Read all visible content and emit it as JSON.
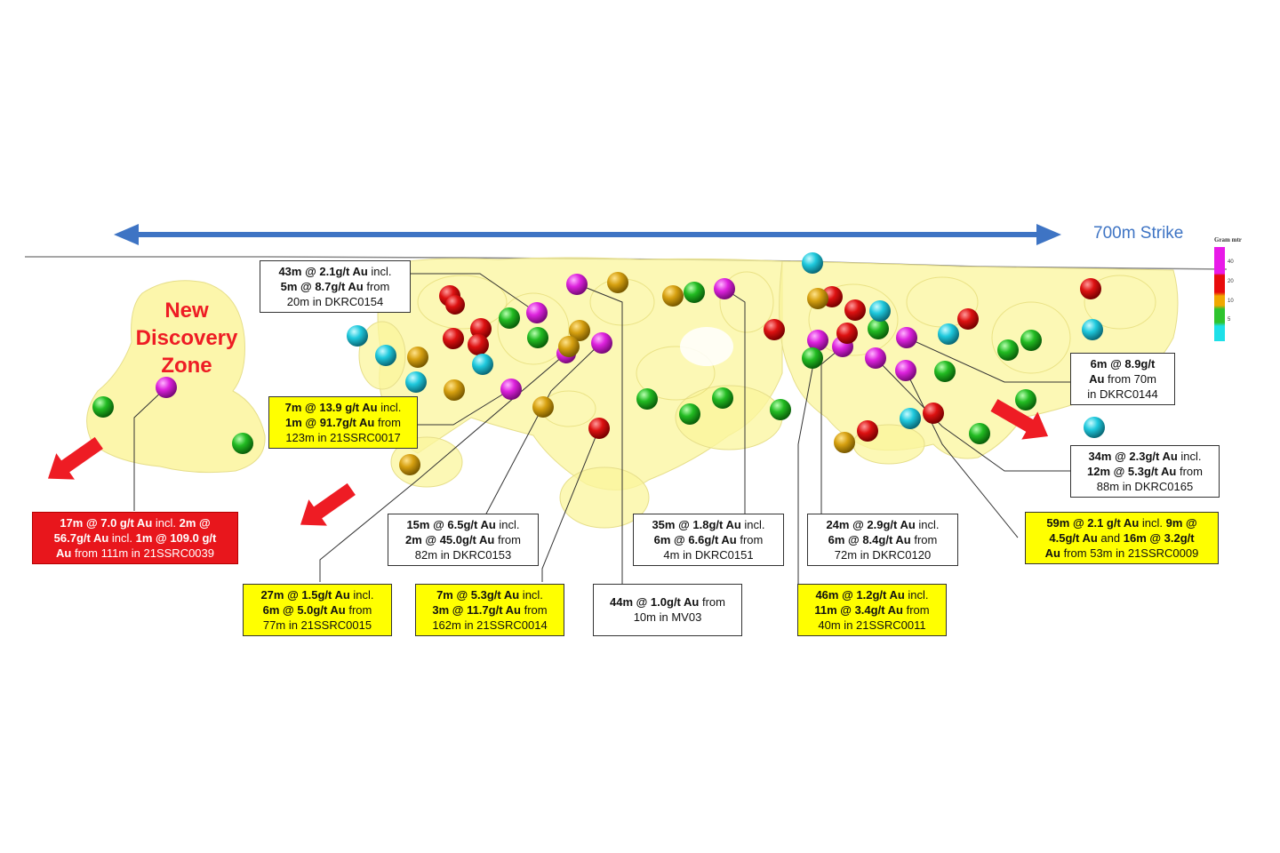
{
  "strike": {
    "label": "700m Strike"
  },
  "discovery_zone": {
    "lines": [
      "New",
      "Discovery",
      "Zone"
    ]
  },
  "legend": {
    "title": "Gram mtr",
    "ticks": [
      "40",
      "20",
      "10",
      "5"
    ],
    "colors": [
      "#e81ae8",
      "#e80c0c",
      "#f0a800",
      "#2ec42e",
      "#1ee0e8"
    ]
  },
  "colors": {
    "magenta": "#dd22dd",
    "red": "#dd1111",
    "orange": "#d6a010",
    "green": "#22bb22",
    "cyan": "#1fc9dd",
    "ore_body": "#fbf59c",
    "strike_arrow": "#3e74c4",
    "direction_arrow": "#ee1c24"
  },
  "callouts": [
    {
      "id": "dkrc0154",
      "style": "white",
      "lines": [
        [
          {
            "t": "43m @ 2.1g/t Au",
            "b": true
          },
          {
            "t": " incl.",
            "b": false
          }
        ],
        [
          {
            "t": "5m @ 8.7g/t Au",
            "b": true
          },
          {
            "t": " from",
            "b": false
          }
        ],
        [
          {
            "t": "20m in DKRC0154",
            "b": false
          }
        ]
      ]
    },
    {
      "id": "21ssrc0017",
      "style": "yellow",
      "lines": [
        [
          {
            "t": "7m @ 13.9 g/t Au",
            "b": true
          },
          {
            "t": " incl.",
            "b": false
          }
        ],
        [
          {
            "t": "1m @ 91.7g/t Au",
            "b": true
          },
          {
            "t": " from",
            "b": false
          }
        ],
        [
          {
            "t": "123m in 21SSRC0017",
            "b": false
          }
        ]
      ]
    },
    {
      "id": "21ssrc0039",
      "style": "red",
      "lines": [
        [
          {
            "t": "17m @ 7.0 g/t Au",
            "b": true
          },
          {
            "t": " incl. ",
            "b": false
          },
          {
            "t": "2m @",
            "b": true
          }
        ],
        [
          {
            "t": "56.7g/t Au",
            "b": true
          },
          {
            "t": " incl. ",
            "b": false
          },
          {
            "t": "1m @ 109.0 g/t",
            "b": true
          }
        ],
        [
          {
            "t": "Au",
            "b": true
          },
          {
            "t": " from 111m in 21SSRC0039",
            "b": false
          }
        ]
      ]
    },
    {
      "id": "dkrc0153",
      "style": "white",
      "lines": [
        [
          {
            "t": "15m @ 6.5g/t Au",
            "b": true
          },
          {
            "t": " incl.",
            "b": false
          }
        ],
        [
          {
            "t": "2m @ 45.0g/t Au",
            "b": true
          },
          {
            "t": " from",
            "b": false
          }
        ],
        [
          {
            "t": "82m in DKRC0153",
            "b": false
          }
        ]
      ]
    },
    {
      "id": "dkrc0151",
      "style": "white",
      "lines": [
        [
          {
            "t": "35m @ 1.8g/t Au",
            "b": true
          },
          {
            "t": " incl.",
            "b": false
          }
        ],
        [
          {
            "t": "6m @ 6.6g/t Au",
            "b": true
          },
          {
            "t": " from",
            "b": false
          }
        ],
        [
          {
            "t": "4m in DKRC0151",
            "b": false
          }
        ]
      ]
    },
    {
      "id": "dkrc0120",
      "style": "white",
      "lines": [
        [
          {
            "t": "24m @ 2.9g/t Au",
            "b": true
          },
          {
            "t": " incl.",
            "b": false
          }
        ],
        [
          {
            "t": "6m @ 8.4g/t Au",
            "b": true
          },
          {
            "t": " from",
            "b": false
          }
        ],
        [
          {
            "t": "72m in DKRC0120",
            "b": false
          }
        ]
      ]
    },
    {
      "id": "21ssrc0009",
      "style": "yellow",
      "lines": [
        [
          {
            "t": "59m @ 2.1 g/t Au",
            "b": true
          },
          {
            "t": " incl. ",
            "b": false
          },
          {
            "t": "9m @",
            "b": true
          }
        ],
        [
          {
            "t": "4.5g/t Au",
            "b": true
          },
          {
            "t": " and ",
            "b": false
          },
          {
            "t": "16m @ 3.2g/t",
            "b": true
          }
        ],
        [
          {
            "t": "Au",
            "b": true
          },
          {
            "t": " from 53m in 21SSRC0009",
            "b": false
          }
        ]
      ]
    },
    {
      "id": "dkrc0144",
      "style": "white",
      "lines": [
        [
          {
            "t": "6m @ 8.9g/t",
            "b": true
          }
        ],
        [
          {
            "t": "Au",
            "b": true
          },
          {
            "t": " from 70m",
            "b": false
          }
        ],
        [
          {
            "t": "in DKRC0144",
            "b": false
          }
        ]
      ]
    },
    {
      "id": "dkrc0165",
      "style": "white",
      "lines": [
        [
          {
            "t": "34m @ 2.3g/t Au",
            "b": true
          },
          {
            "t": " incl.",
            "b": false
          }
        ],
        [
          {
            "t": "12m @ 5.3g/t Au",
            "b": true
          },
          {
            "t": " from",
            "b": false
          }
        ],
        [
          {
            "t": "88m in DKRC0165",
            "b": false
          }
        ]
      ]
    },
    {
      "id": "21ssrc0015",
      "style": "yellow",
      "lines": [
        [
          {
            "t": "27m @ 1.5g/t Au",
            "b": true
          },
          {
            "t": " incl.",
            "b": false
          }
        ],
        [
          {
            "t": "6m @ 5.0g/t Au",
            "b": true
          },
          {
            "t": " from",
            "b": false
          }
        ],
        [
          {
            "t": "77m in 21SSRC0015",
            "b": false
          }
        ]
      ]
    },
    {
      "id": "21ssrc0014",
      "style": "yellow",
      "lines": [
        [
          {
            "t": "7m @ 5.3g/t Au",
            "b": true
          },
          {
            "t": " incl.",
            "b": false
          }
        ],
        [
          {
            "t": "3m @ 11.7g/t Au",
            "b": true
          },
          {
            "t": " from",
            "b": false
          }
        ],
        [
          {
            "t": "162m in 21SSRC0014",
            "b": false
          }
        ]
      ]
    },
    {
      "id": "mv03",
      "style": "white",
      "lines": [
        [
          {
            "t": "44m @ 1.0g/t Au",
            "b": true
          },
          {
            "t": " from",
            "b": false
          }
        ],
        [
          {
            "t": "10m in MV03",
            "b": false
          }
        ]
      ]
    },
    {
      "id": "21ssrc0011",
      "style": "yellow",
      "lines": [
        [
          {
            "t": "46m @ 1.2g/t Au",
            "b": true
          },
          {
            "t": " incl.",
            "b": false
          }
        ],
        [
          {
            "t": "11m @ 3.4g/t Au",
            "b": true
          },
          {
            "t": " from",
            "b": false
          }
        ],
        [
          {
            "t": "40m in 21SSRC0011",
            "b": false
          }
        ]
      ]
    }
  ]
}
